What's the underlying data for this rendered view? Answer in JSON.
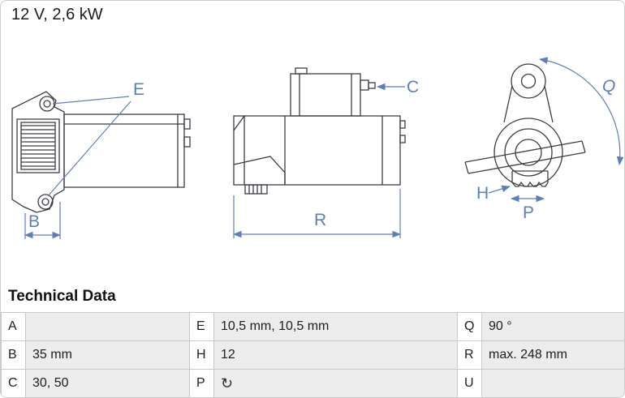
{
  "header": {
    "power": "12 V, 2,6 kW"
  },
  "drawing": {
    "labels": {
      "E": "E",
      "B": "B",
      "C": "C",
      "R": "R",
      "Q": "Q",
      "H": "H",
      "P": "P"
    }
  },
  "table": {
    "title": "Technical Data",
    "rotation_icon": "↻",
    "rows": [
      {
        "k1": "A",
        "v1": "",
        "k2": "E",
        "v2": "10,5 mm, 10,5 mm",
        "k3": "Q",
        "v3": "90 °"
      },
      {
        "k1": "B",
        "v1": "35 mm",
        "k2": "H",
        "v2": "12",
        "k3": "R",
        "v3": "max. 248 mm"
      },
      {
        "k1": "C",
        "v1": "30, 50",
        "k2": "P",
        "v2": "",
        "k3": "U",
        "v3": ""
      }
    ]
  },
  "colors": {
    "dimension_blue": "#5e7fb6",
    "line_dark": "#3c3c44"
  }
}
